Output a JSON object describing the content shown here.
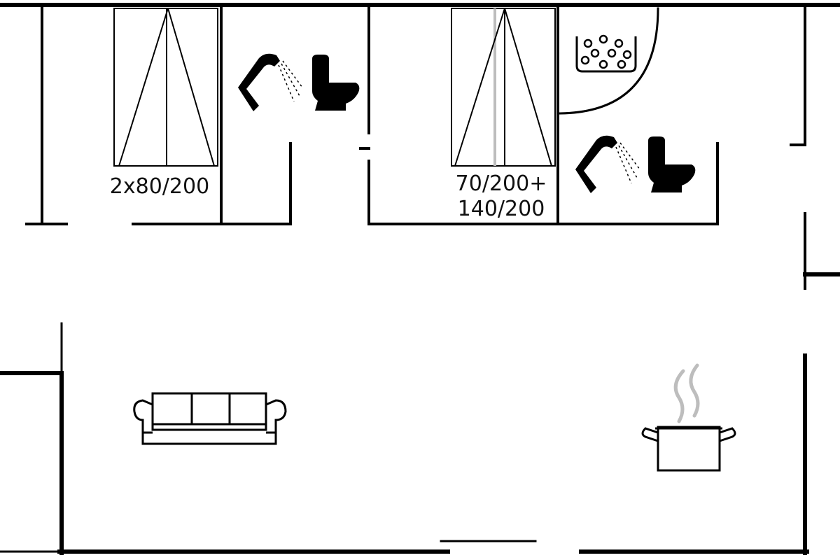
{
  "labels": {
    "bed_left": "2x80/200",
    "bed_right_line1": "70/200+",
    "bed_right_line2": "140/200"
  },
  "icons": [
    "shower-icon",
    "toilet-icon",
    "hot-tub-icon",
    "sofa-icon",
    "cooking-pot-icon"
  ],
  "colors": {
    "wall": "#000000",
    "steam": "#bdbdbd",
    "background": "#ffffff"
  }
}
